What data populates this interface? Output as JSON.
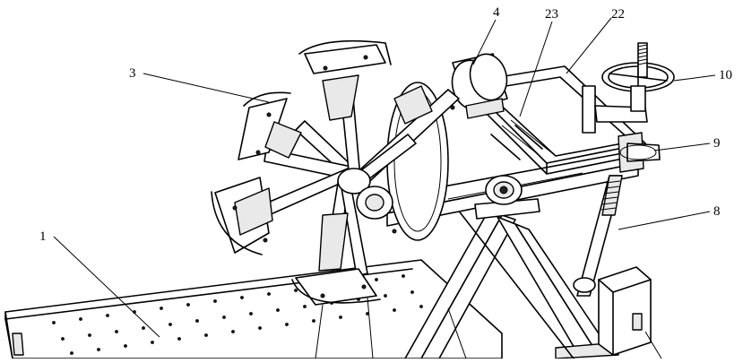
{
  "figure": {
    "labels": [
      {
        "id": "1",
        "text": "1"
      },
      {
        "id": "3",
        "text": "3"
      },
      {
        "id": "4",
        "text": "4"
      },
      {
        "id": "23",
        "text": "23"
      },
      {
        "id": "22",
        "text": "22"
      },
      {
        "id": "10",
        "text": "10"
      },
      {
        "id": "9",
        "text": "9"
      },
      {
        "id": "8",
        "text": "8"
      }
    ]
  }
}
